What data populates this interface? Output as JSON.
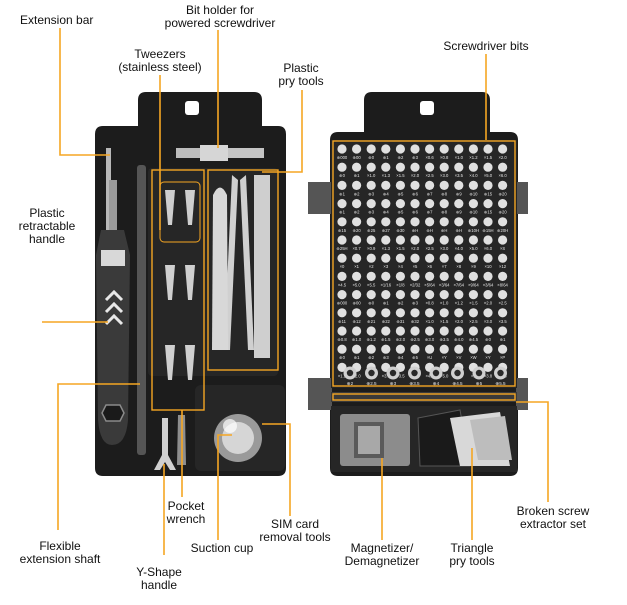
{
  "labels": {
    "extension_bar": "Extension bar",
    "bit_holder_1": "Bit holder for",
    "bit_holder_2": "powered screwdriver",
    "tweezers_1": "Tweezers",
    "tweezers_2": "(stainless steel)",
    "plastic_pry_1": "Plastic",
    "plastic_pry_2": "pry tools",
    "screwdriver_bits": "Screwdriver bits",
    "handle_1": "Plastic",
    "handle_2": "retractable",
    "handle_3": "handle",
    "flex_1": "Flexible",
    "flex_2": "extension shaft",
    "yshape_1": "Y-Shape",
    "yshape_2": "handle",
    "pocket_1": "Pocket",
    "pocket_2": "wrench",
    "suction": "Suction cup",
    "sim_1": "SIM card",
    "sim_2": "removal tools",
    "magnet_1": "Magnetizer/",
    "magnet_2": "Demagnetizer",
    "triangle_1": "Triangle",
    "triangle_2": "pry tools",
    "broken_1": "Broken screw",
    "broken_2": "extractor set"
  },
  "bit_rows": [
    [
      "⊕000",
      "⊕00",
      "⊕0",
      "⊕1",
      "⊕2",
      "⊕3",
      "×0.6",
      "×0.8",
      "×1.0",
      "×1.2",
      "×1.5",
      "×2.0"
    ],
    [
      "⊕0",
      "⊕1",
      "×1.0",
      "×1.3",
      "×1.5",
      "×2.0",
      "×2.5",
      "×3.0",
      "×3.5",
      "×4.0",
      "×5.0",
      "×6.0"
    ],
    [
      "⊕1",
      "⊕2",
      "⊕3",
      "⊕4",
      "⊕5",
      "⊕6",
      "⊕7",
      "⊕8",
      "⊕9",
      "⊕10",
      "⊕15",
      "⊕20"
    ],
    [
      "⊕1",
      "⊕2",
      "⊕3",
      "⊕4",
      "⊕5",
      "⊕6",
      "⊕7",
      "⊕8",
      "⊕9",
      "⊕10",
      "⊕15",
      "⊕20"
    ],
    [
      "⊕15",
      "⊕20",
      "⊕25",
      "⊕27",
      "⊕30",
      "⊕H",
      "⊕H",
      "⊕H",
      "⊕H",
      "⊕10H",
      "⊕15H",
      "⊕20H"
    ],
    [
      "⊕25H",
      "×0.7",
      "×0.9",
      "×1.3",
      "×1.5",
      "×2.0",
      "×2.5",
      "×3.0",
      "×4.0",
      "×5.0",
      "×6.0",
      "×S"
    ],
    [
      "×0",
      "×1",
      "×2",
      "×3",
      "×4",
      "×5",
      "×6",
      "×7",
      "×8",
      "×9",
      "×10",
      "×12"
    ],
    [
      "×4.5",
      "×5.0",
      "×5.5",
      "×1/16",
      "×1/8",
      "×2/32",
      "×5/64",
      "×3/64",
      "×7/64",
      "×9/64",
      "×3/64",
      "×8/64"
    ],
    [
      "⊕000",
      "⊕00",
      "⊕0",
      "⊕1",
      "⊕2",
      "⊕3",
      "×0.8",
      "×1.0",
      "×1.2",
      "×1.5",
      "×2.0",
      "×2.5"
    ],
    [
      "⊕11",
      "⊕12",
      "⊕21",
      "⊕22",
      "⊕31",
      "⊕32",
      "×1.0",
      "×1.5",
      "×2.0",
      "×2.5",
      "×3.0",
      "×3.5"
    ],
    [
      "⊕0.8",
      "⊕1.0",
      "⊕1.2",
      "⊕1.5",
      "⊕2.0",
      "⊕2.5",
      "⊕3.0",
      "⊕3.5",
      "⊕4.0",
      "⊕4.5",
      "⊕0",
      "⊕1"
    ],
    [
      "⊕0",
      "⊕1",
      "⊕2",
      "⊕3",
      "⊕4",
      "⊕5",
      "×U",
      "×Y",
      "×V",
      "×W",
      "×Y",
      "×P"
    ],
    [
      "×1.5",
      "×2.0",
      "×2.5",
      "×3.0",
      "×3.5",
      "×4.0",
      "×4.5",
      "×5.0",
      "×6.0",
      "×2",
      "×3.8",
      "×4.5"
    ]
  ],
  "socket_row": [
    "⊕2",
    "⊕2.5",
    "⊕3",
    "⊕3.5",
    "⊕4",
    "⊕4.5",
    "⊕5",
    "⊕5.5"
  ],
  "colors": {
    "accent": "#f5a623",
    "case": "#1c1c1c",
    "case_inner": "#2a2a2a",
    "bit": "#e0e0e0",
    "handle": "#3a3a3a",
    "white_tool": "#d8d8d8"
  }
}
